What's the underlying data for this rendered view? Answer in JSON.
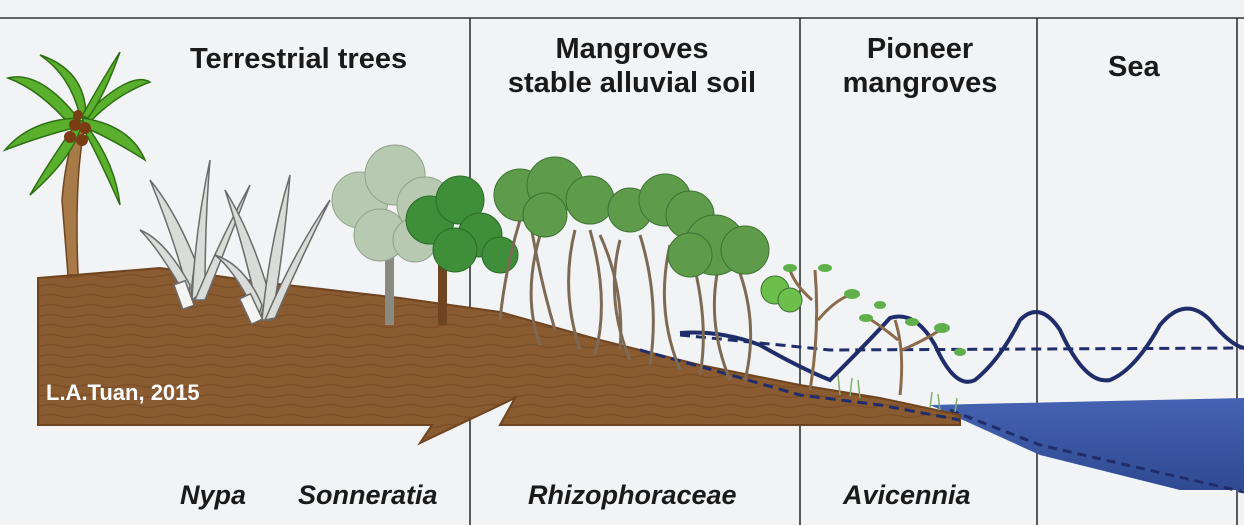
{
  "zones": {
    "terrestrial": "Terrestrial trees",
    "mangroves_line1": "Mangroves",
    "mangroves_line2": "stable alluvial soil",
    "pioneer_line1": "Pioneer",
    "pioneer_line2": "mangroves",
    "sea": "Sea"
  },
  "species": {
    "nypa": "Nypa",
    "sonneratia": "Sonneratia",
    "rhizophoraceae": "Rhizophoraceae",
    "avicennia": "Avicennia"
  },
  "credit": "L.A.Tuan, 2015",
  "colors": {
    "soil": "#8a5a30",
    "soil_dark": "#6e4421",
    "sea": "#3d5aa8",
    "wave_line": "#1f2d6b",
    "foliage": "#3f8f3a",
    "palm": "#5ab02c",
    "border": "#333333"
  },
  "icons": [
    "palm-tree-icon",
    "nypa-palm-icon",
    "tree-icon",
    "mangrove-tree-icon",
    "wave-icon"
  ]
}
